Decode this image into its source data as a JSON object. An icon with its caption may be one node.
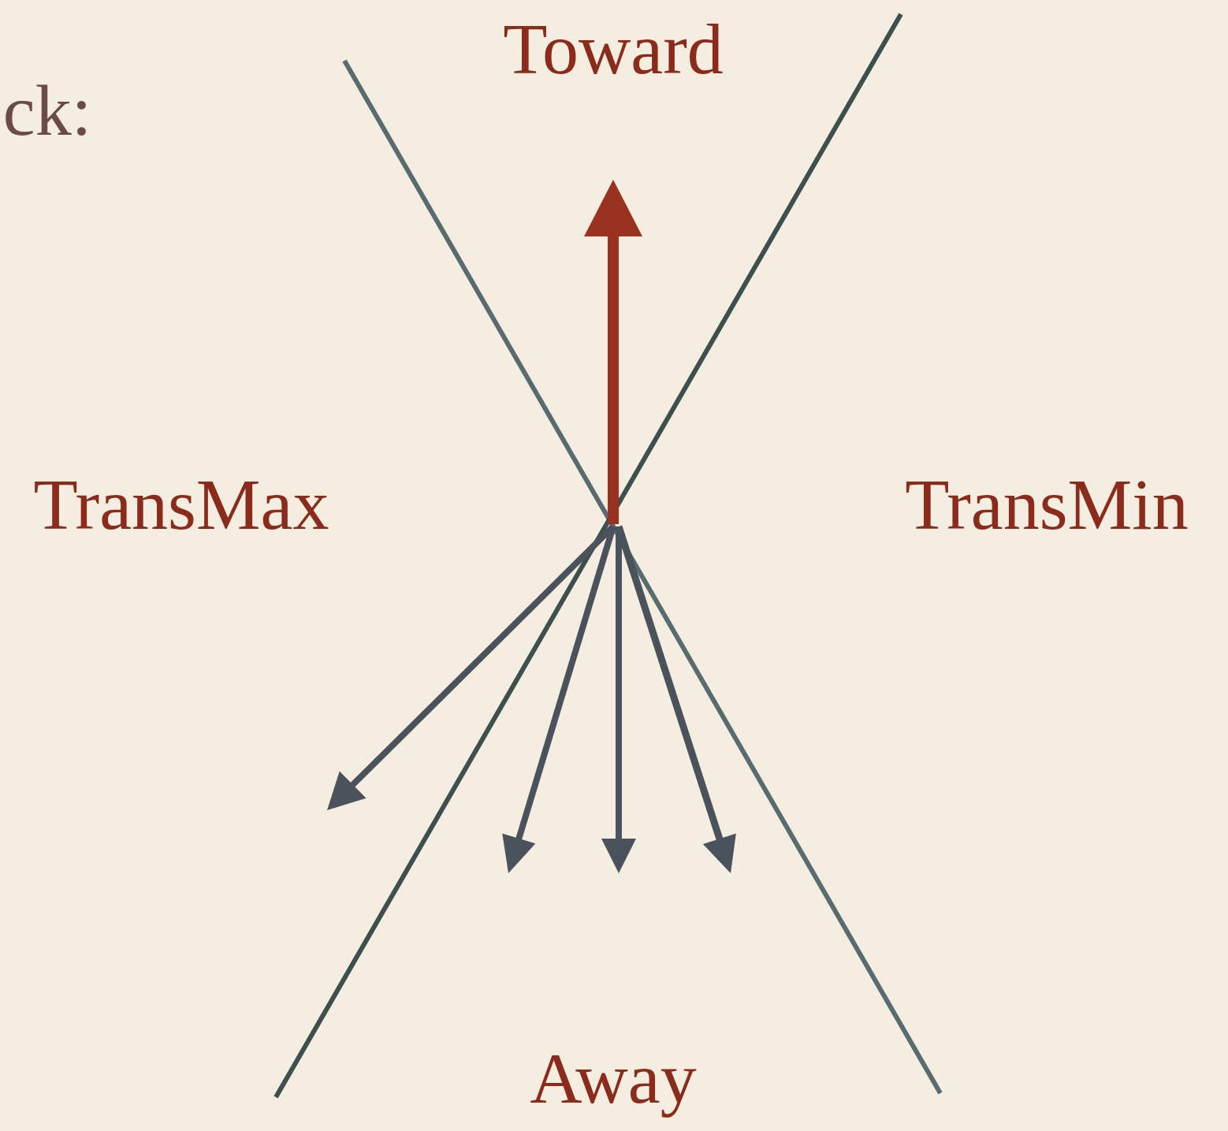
{
  "diagram": {
    "labels": [
      "ck:",
      "Toward",
      "TransMax",
      "TransMin",
      "Away"
    ]
  }
}
